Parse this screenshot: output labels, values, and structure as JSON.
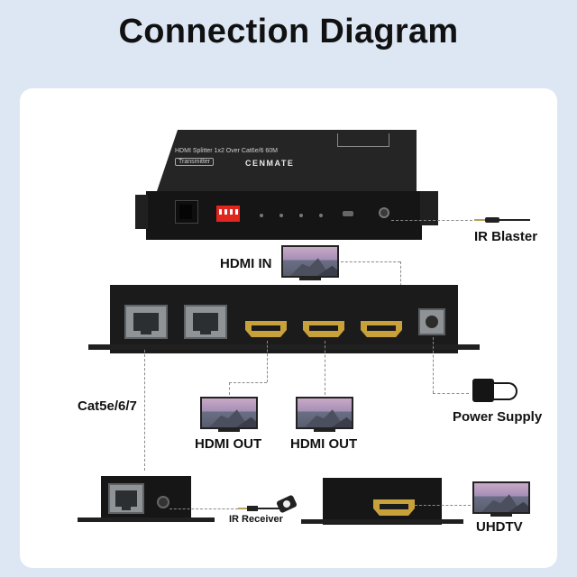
{
  "title": "Connection Diagram",
  "device": {
    "model_line": "HDMI Splitter 1x2 Over Cat6e/6 60M",
    "role": "Transmitter",
    "brand": "CENMATE"
  },
  "labels": {
    "ir_blaster": "IR Blaster",
    "hdmi_in": "HDMI IN",
    "cat_cable": "Cat5e/6/7",
    "power_supply": "Power Supply",
    "hdmi_out_1": "HDMI OUT",
    "hdmi_out_2": "HDMI OUT",
    "ir_receiver": "IR Receiver",
    "uhdtv": "UHDTV"
  },
  "colors": {
    "background": "#dde7f4",
    "panel": "#ffffff",
    "device_body": "#1a1a1a",
    "hdmi_port": "#c9a13b",
    "dip_switch": "#e0261f"
  }
}
